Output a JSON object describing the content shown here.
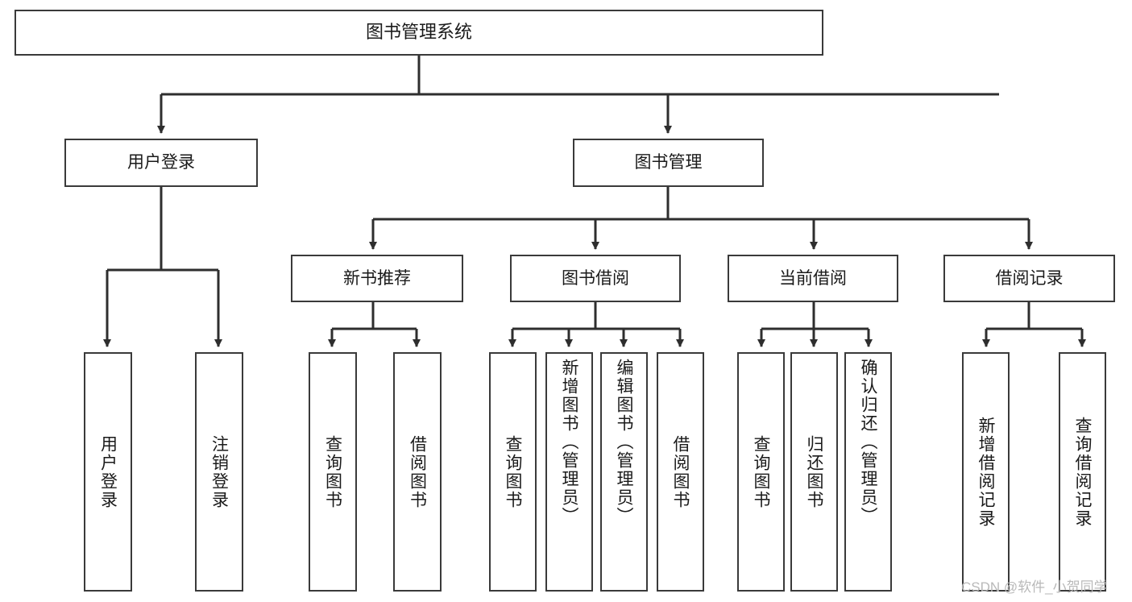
{
  "diagram": {
    "type": "tree-hierarchy",
    "title": "图书管理系统",
    "watermark": "CSDN @软件_小贺同学",
    "colors": {
      "box_border": "#3a3a3a",
      "connector": "#2e2e2e",
      "text": "#1a1a1a",
      "background": "#ffffff",
      "watermark": "#b9b9b9"
    },
    "nodes": {
      "root": {
        "label": "图书管理系统",
        "level": 0
      },
      "level1": [
        {
          "id": "user-login",
          "label": "用户登录"
        },
        {
          "id": "book-manage",
          "label": "图书管理"
        }
      ],
      "level2": [
        {
          "id": "new-book-recommend",
          "label": "新书推荐",
          "parent": "book-manage"
        },
        {
          "id": "book-borrow",
          "label": "图书借阅",
          "parent": "book-manage"
        },
        {
          "id": "current-borrow",
          "label": "当前借阅",
          "parent": "book-manage"
        },
        {
          "id": "borrow-record",
          "label": "借阅记录",
          "parent": "book-manage"
        }
      ],
      "leaves": [
        {
          "id": "leaf-user-login",
          "label": "用户登录",
          "parent": "user-login"
        },
        {
          "id": "leaf-logout-login",
          "label": "注销登录",
          "parent": "user-login"
        },
        {
          "id": "leaf-query-book-1",
          "label": "查询图书",
          "parent": "new-book-recommend"
        },
        {
          "id": "leaf-borrow-book-1",
          "label": "借阅图书",
          "parent": "new-book-recommend"
        },
        {
          "id": "leaf-query-book-2",
          "label": "查询图书",
          "parent": "book-borrow"
        },
        {
          "id": "leaf-add-book",
          "label": "新增图书（管理员）",
          "parent": "book-borrow"
        },
        {
          "id": "leaf-edit-book",
          "label": "编辑图书（管理员）",
          "parent": "book-borrow"
        },
        {
          "id": "leaf-borrow-book-2",
          "label": "借阅图书",
          "parent": "book-borrow"
        },
        {
          "id": "leaf-query-book-3",
          "label": "查询图书",
          "parent": "current-borrow"
        },
        {
          "id": "leaf-return-book",
          "label": "归还图书",
          "parent": "current-borrow"
        },
        {
          "id": "leaf-confirm-return",
          "label": "确认归还（管理员）",
          "parent": "current-borrow"
        },
        {
          "id": "leaf-add-record",
          "label": "新增借阅记录",
          "parent": "borrow-record"
        },
        {
          "id": "leaf-query-record",
          "label": "查询借阅记录",
          "parent": "borrow-record"
        }
      ]
    }
  }
}
